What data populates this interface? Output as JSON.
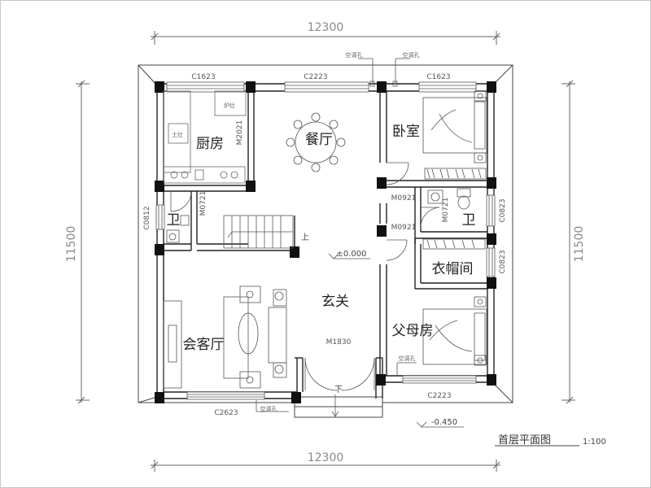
{
  "drawing": {
    "title": "首层平面图",
    "scale": "1:100",
    "dimensions": {
      "top": "12300",
      "bottom": "12300",
      "left": "11500",
      "right": "11500"
    },
    "windows": {
      "top_left": "C1623",
      "top_mid": "C2223",
      "top_right": "C1623",
      "bottom_left": "C2623",
      "bottom_right": "C2223",
      "left_side": "C0812",
      "right_upper": "C0823",
      "right_lower": "C0823"
    },
    "doors": {
      "kitchen": "M2021",
      "bath_left": "M0721",
      "bedroom": "M0921",
      "wardrobe": "M0921",
      "bath_right": "M0721",
      "entrance": "M1830"
    },
    "ac_holes": {
      "top_1": "空调孔",
      "top_2": "空调孔",
      "bottom_left": "空调孔",
      "right": "空调孔"
    },
    "fixtures": {
      "stove_top": "炉灶",
      "stove_left": "土灶"
    },
    "levels": {
      "floor": "±0.000",
      "outside": "-0.450",
      "stair_up": "上",
      "step_down": "下"
    }
  },
  "rooms": {
    "kitchen": "厨房",
    "dining": "餐厅",
    "bedroom": "卧室",
    "bath_left": "卫",
    "bath_right": "卫",
    "foyer": "玄关",
    "wardrobe": "衣帽间",
    "parents": "父母房",
    "reception": "会客厅"
  }
}
